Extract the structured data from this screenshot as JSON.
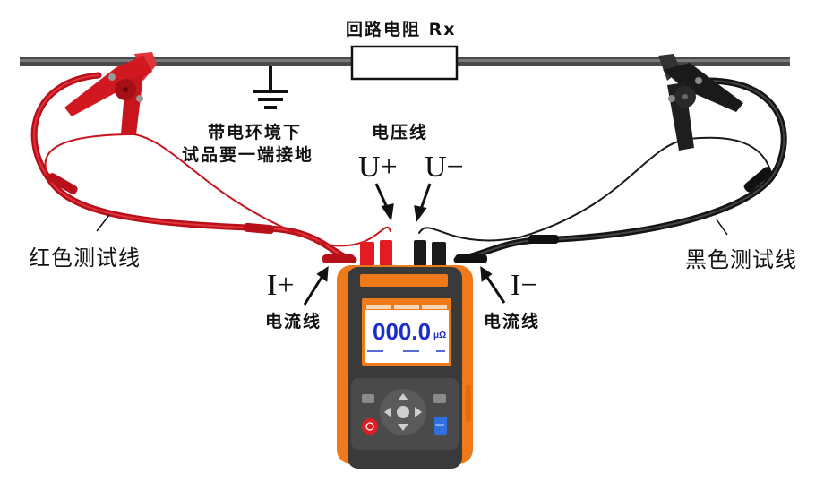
{
  "title": "回路电阻 Rx",
  "ground_note": {
    "line1": "带电环境下",
    "line2": "试品要一端接地"
  },
  "voltage_label": "电压线",
  "terminals": {
    "u_plus": "U+",
    "u_minus": "U−",
    "i_plus": "I+",
    "i_minus": "I−"
  },
  "current_line_left": "电流线",
  "current_line_right": "电流线",
  "red_lead_label": "红色测试线",
  "black_lead_label": "黑色测试线",
  "device": {
    "reading": "000.0",
    "unit": "μΩ",
    "test_button": "TEST"
  },
  "colors": {
    "red_lead": "#c8141c",
    "black_lead": "#1a1a1a",
    "device_body": "#f07a1a",
    "device_panel": "#3a3a3a",
    "screen_text": "#1c2ec9",
    "rail": "#444444"
  }
}
